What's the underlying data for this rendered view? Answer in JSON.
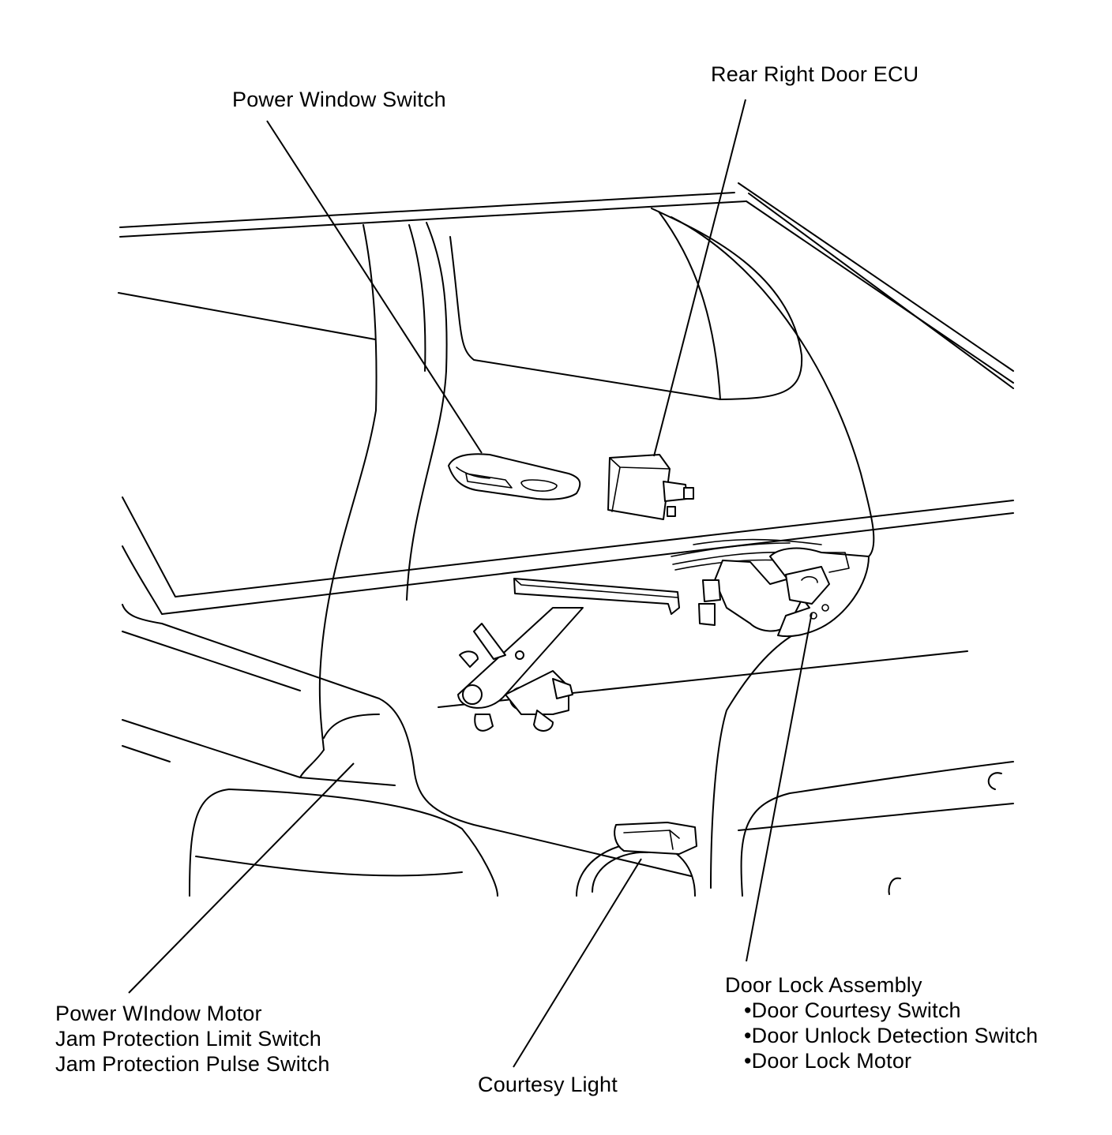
{
  "labels": {
    "power_window_switch": "Power Window Switch",
    "rear_right_door_ecu": "Rear Right Door ECU",
    "power_window_motor": [
      "Power WIndow Motor",
      "Jam Protection Limit Switch",
      "Jam Protection Pulse Switch"
    ],
    "courtesy_light": "Courtesy Light",
    "door_lock_assembly": {
      "title": "Door Lock Assembly",
      "items": [
        "•Door Courtesy Switch",
        "•Door Unlock Detection Switch",
        "•Door Lock Motor"
      ]
    }
  }
}
